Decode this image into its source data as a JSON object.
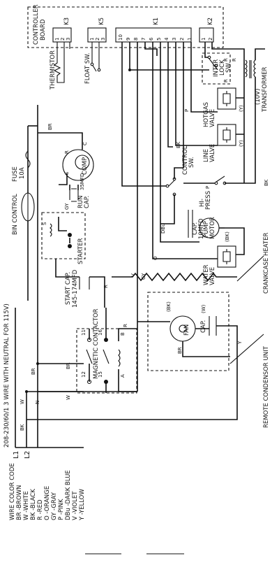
{
  "header": {
    "supply": "208-230/60/1 3 WIRE WITH NEUTRAL FOR 115V)",
    "line1": "L1",
    "line2": "L2",
    "neutral": "N"
  },
  "controller": {
    "title_line1": "CONTROLLER",
    "title_line2": "BOARD",
    "k1": "K1",
    "k2": "K2",
    "k3": "K3",
    "k5": "K5",
    "k1_pins": [
      "10",
      "9",
      "8",
      "7",
      "6",
      "5",
      "4",
      "3",
      "2",
      "1"
    ],
    "k2_pins": [
      "1",
      "2"
    ],
    "k3_pins": [
      "1",
      "2",
      "3"
    ],
    "k5_pins": [
      "1",
      "2",
      "3"
    ]
  },
  "components": {
    "thermistor": "THERMISTOR",
    "float_sw": "FLOAT SW.",
    "interlock_line1": "INTER",
    "interlock_line2": "LOCK",
    "interlock_line3": "SW.",
    "transformer_line1": "(10V)",
    "transformer_line2": "TRANSFORMER",
    "hotgas_line1": "HOTGAS",
    "hotgas_line2": "VALVE",
    "line_valve_line1": "LINE",
    "line_valve_line2": "VALVE",
    "control_sw_line1": "CONTROL",
    "control_sw_line2": "SW.",
    "hi_press_line1": "HI-",
    "hi_press_line2": "PRESS",
    "pump_line1": "PUMP",
    "pump_line2": "MOTOR",
    "pump_cap_line1": "CAP.",
    "pump_cap_line2": "10MFD",
    "water_valve_line1": "WATER",
    "water_valve_line2": "VALVE",
    "crankcase": "CRANKCASE HEATER",
    "fuse_line1": "FUSE",
    "fuse_line2": "10A",
    "bin_control": "BIN CONTROL",
    "comp": "COMP",
    "run_cap_line1": "RUN",
    "run_cap_line2": "CAP.",
    "run_cap_value": "35MFD",
    "starter": "STARTER",
    "start_cap_line1": "START CAP.",
    "start_cap_line2": "145-174MFD",
    "magnetic_contactor": "MAGNETIC CONTACTOR",
    "fan_line1": "FAN",
    "fan_line2": "CAP.",
    "remote_condensor": "REMOTE CONDENSOR UNIT",
    "terminal_c": "C",
    "terminal_r": "R",
    "terminal_s": "S",
    "mc_terminals": [
      "11",
      "12",
      "15",
      "16",
      "A",
      "B"
    ]
  },
  "wire_labels": {
    "br": "BR",
    "w": "W",
    "bk": "BK",
    "r": "R",
    "p": "P",
    "v": "V",
    "gy": "GY",
    "o": "O",
    "dbu": "DBu",
    "y": "Y",
    "y_paren": "(Y)",
    "bk_paren": "(BK)",
    "w_paren": "(W)",
    "s": "S"
  },
  "legend": {
    "title": "WIRE COLOR CODE",
    "entries": [
      "BR -BROWN",
      "W -WHITE",
      "BK -BLACK",
      "R -RED",
      "O -ORANGE",
      "GY -GRAY",
      "P -PINK",
      "DBu -DARK BLUE",
      "V -VIOLET",
      "Y -YELLOW"
    ]
  }
}
